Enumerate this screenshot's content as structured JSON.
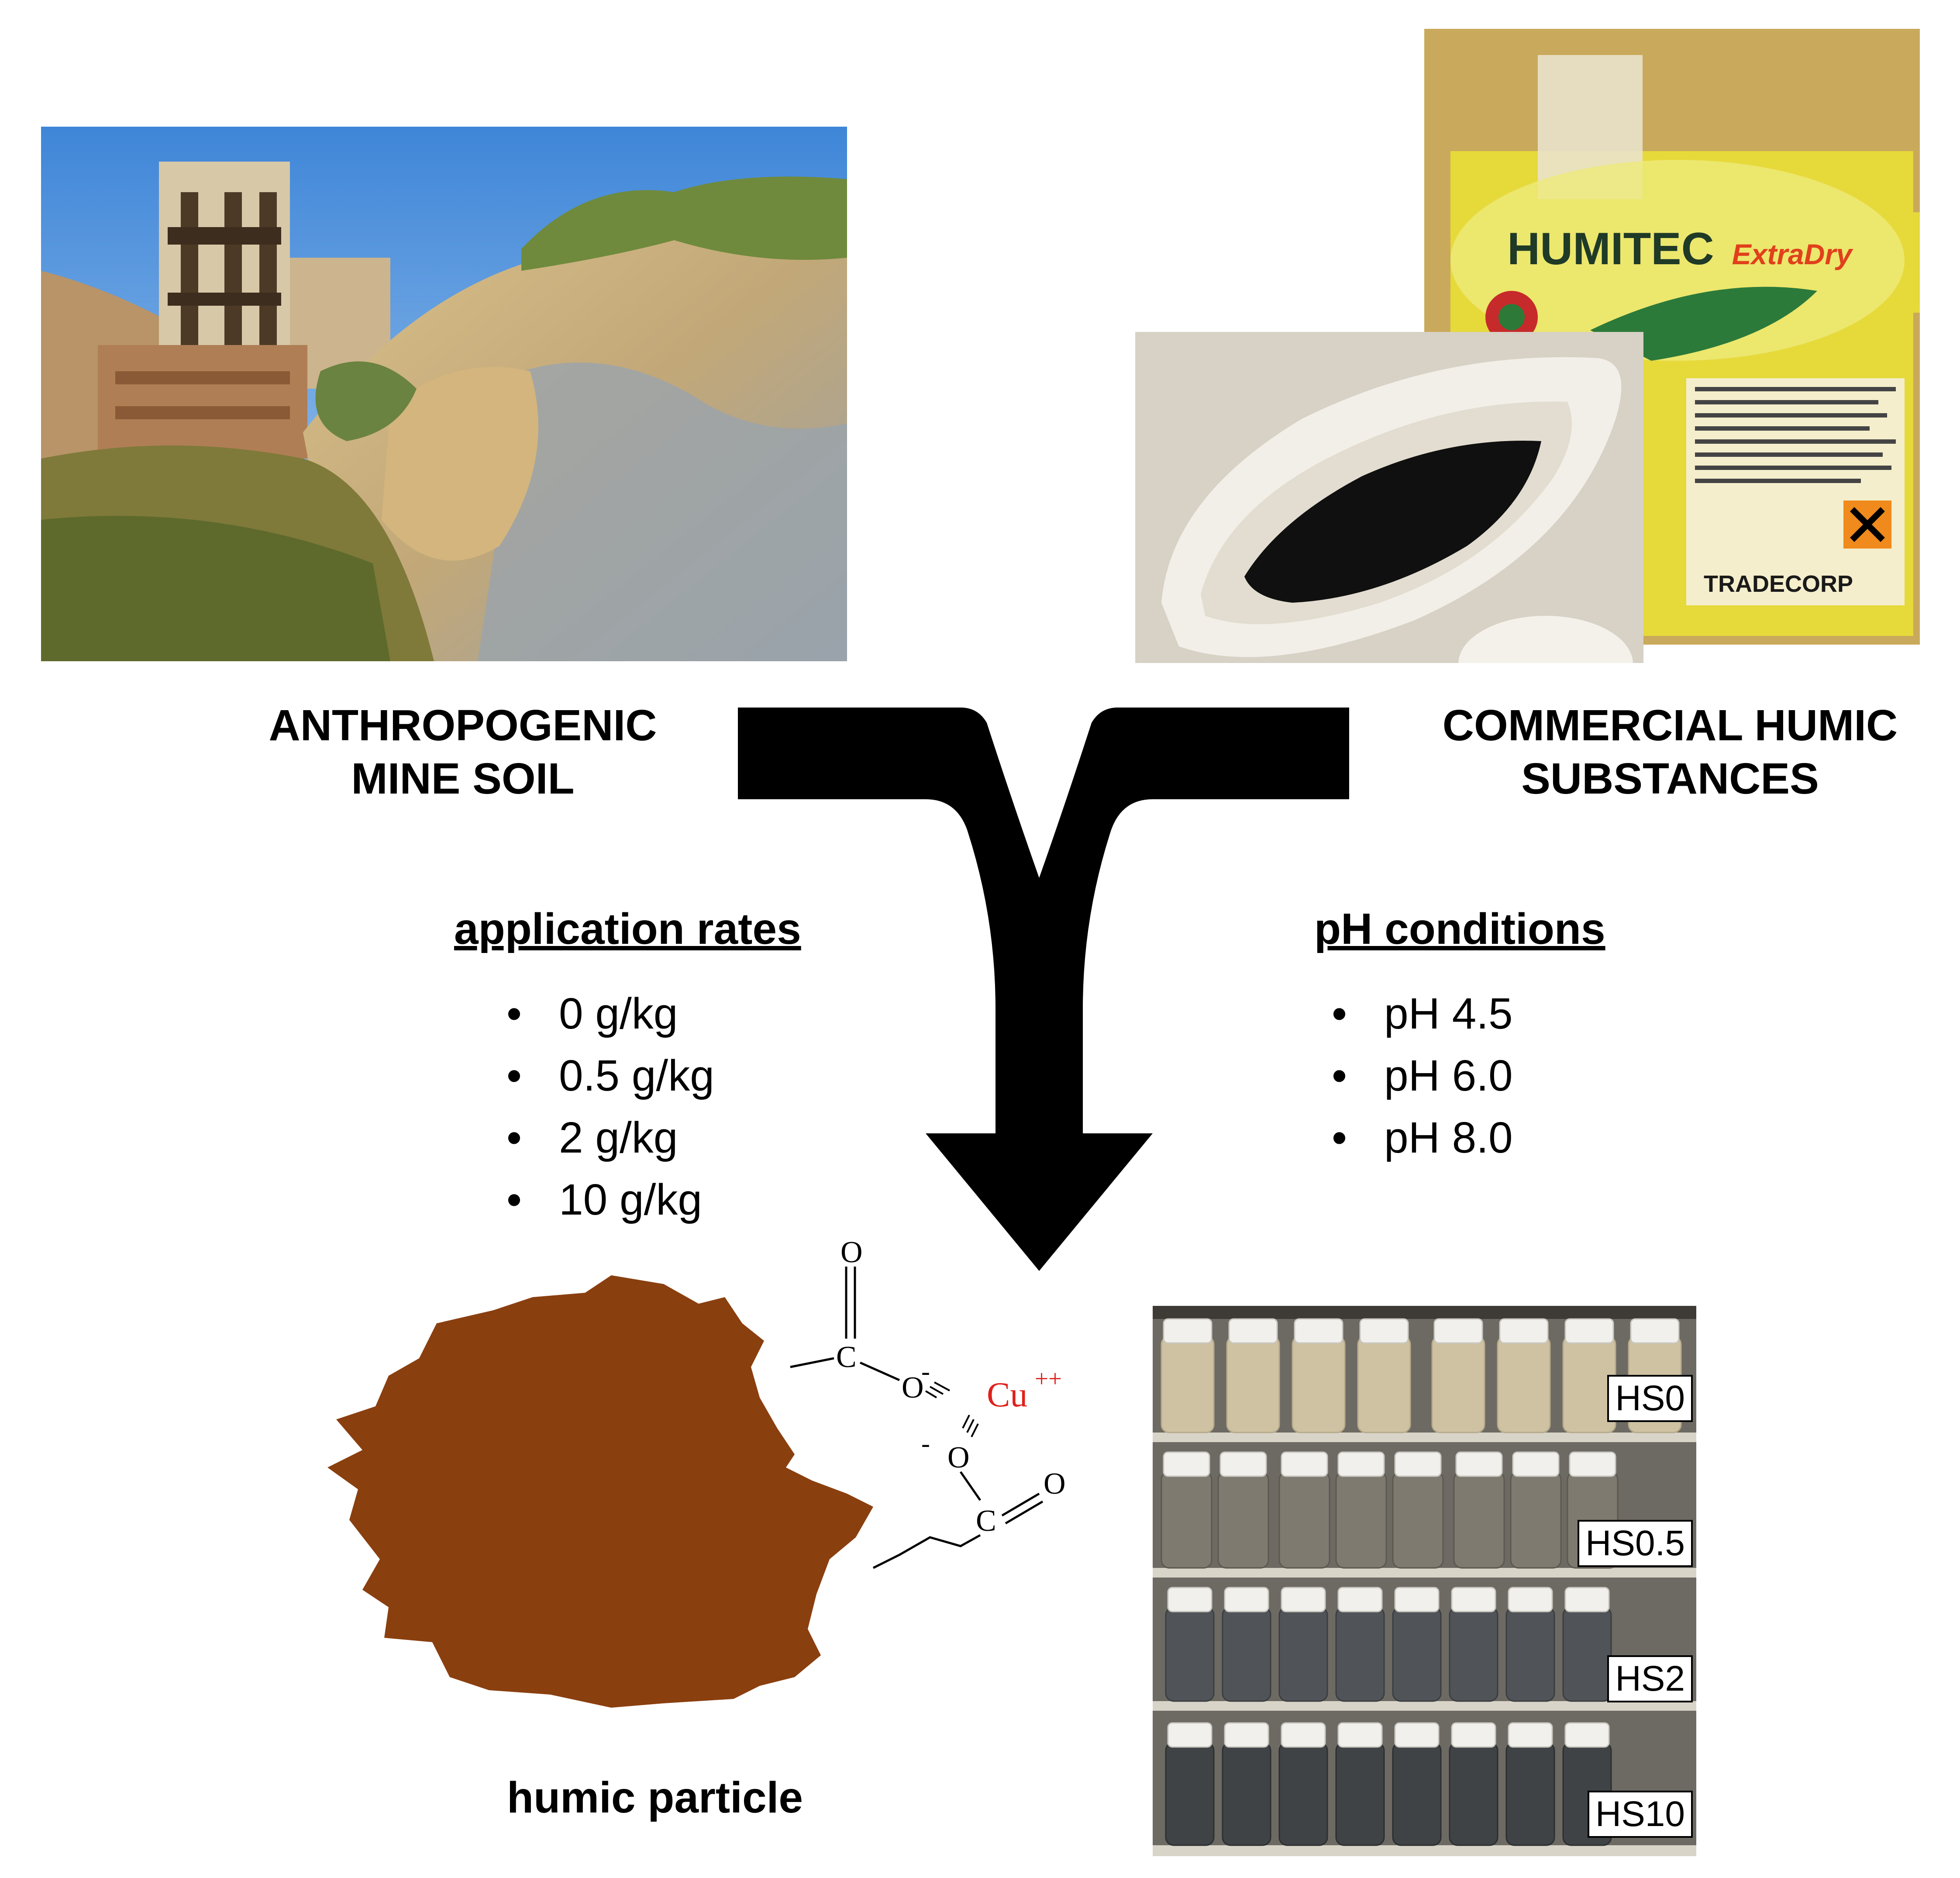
{
  "mine_soil": {
    "title_line1": "ANTHROPOGENIC",
    "title_line2": "MINE SOIL"
  },
  "humic_source": {
    "title_line1": "COMMERCIAL HUMIC",
    "title_line2": "SUBSTANCES",
    "product_brand": "HUMITEC",
    "product_variant": "ExtraDry",
    "manufacturer": "TRADECORP",
    "box_color": "#e6d93a"
  },
  "application_rates": {
    "heading": "application rates",
    "items": [
      "0 g/kg",
      "0.5 g/kg",
      "2 g/kg",
      "10 g/kg"
    ]
  },
  "ph_conditions": {
    "heading": "pH conditions",
    "items": [
      "pH 4.5",
      "pH 6.0",
      "pH 8.0"
    ]
  },
  "humic_particle": {
    "label": "humic particle",
    "color": "#8a3f0f",
    "chem": {
      "oxygen": "O",
      "carbon": "C",
      "negative_charge": "-",
      "metal": "Cu",
      "metal_charge": "++",
      "metal_color": "#e0201b"
    }
  },
  "samples": {
    "tags": [
      "HS0",
      "HS0.5",
      "HS2",
      "HS10"
    ]
  },
  "arrow_color": "#000000"
}
